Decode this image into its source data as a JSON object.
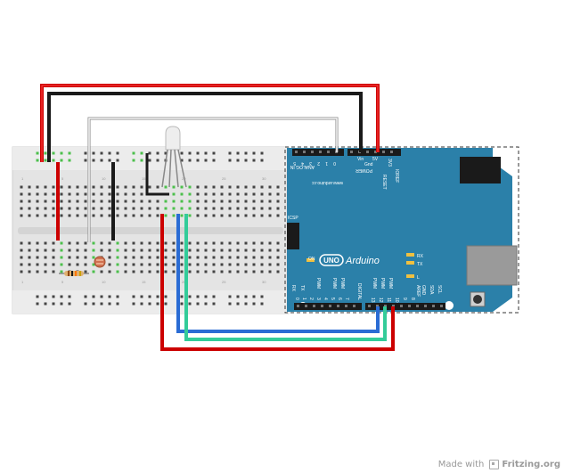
{
  "watermark": {
    "prefix": "Made with",
    "brand": "Fritzing.org",
    "icon": "fritzing-logo-icon"
  },
  "arduino": {
    "logo_text": "UNO",
    "brand_text": "Arduino",
    "url": "www.arduino.cc",
    "on_label": "ON",
    "icsp_label": "ICSP",
    "power_label": "POWER",
    "analog_label": "ANALOG IN",
    "digital_label": "DIGITAL",
    "reset_label": "RESET",
    "ioref_label": "IOREF",
    "v33_label": "3V3",
    "v5_label": "5V",
    "gnd_label": "Gnd",
    "vin_label": "Vin",
    "analog_pins": [
      "A0",
      "A1",
      "A2",
      "A3",
      "A4",
      "A5"
    ],
    "analog_pin_nums": [
      "0",
      "1",
      "2",
      "3",
      "4",
      "5"
    ],
    "pwm_label": "PWM",
    "tx_label": "TX",
    "rx_label": "RX",
    "l_label": "L",
    "aref_label": "AREF",
    "gnd_top_label": "GND",
    "sda_label": "SDA",
    "scl_label": "SCL",
    "tx_pin_label": "TX",
    "rx_pin_label": "RX",
    "digital_pin_nums": [
      "13",
      "12",
      "11",
      "10",
      "9",
      "8",
      "7",
      "6",
      "5",
      "4",
      "3",
      "2",
      "1",
      "0"
    ]
  },
  "breadboard": {
    "row_numbers": [
      "1",
      "5",
      "10",
      "15",
      "20",
      "25",
      "30"
    ],
    "col_letters_top": [
      "J",
      "I",
      "H",
      "G",
      "F"
    ],
    "col_letters_bottom": [
      "E",
      "D",
      "C",
      "B",
      "A"
    ]
  },
  "colors": {
    "wire_red": "#cc0000",
    "wire_black": "#1a1a1a",
    "wire_white": "#f4f4f4",
    "wire_blue": "#2a6cd4",
    "wire_green": "#33cc99",
    "arduino_blue": "#2a7fa8",
    "breadboard": "#e6e6e6",
    "highlight_green": "#5ecb5e"
  },
  "components": [
    "rgb-led",
    "photoresistor",
    "resistor"
  ]
}
